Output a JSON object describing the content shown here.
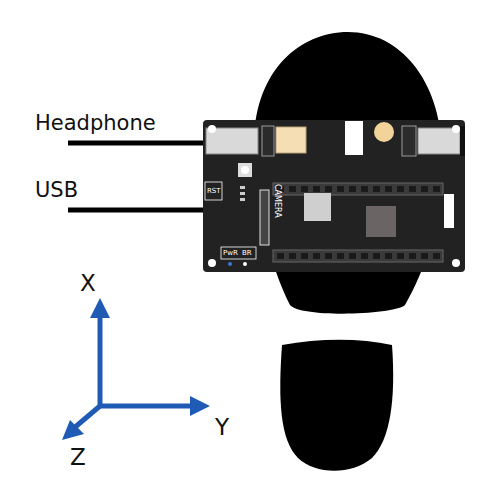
{
  "diagram": {
    "labels": [
      "Headphone",
      "USB",
      "X",
      "Y",
      "Z",
      "RST",
      "CAMERA",
      "PwR",
      "BR"
    ]
  }
}
